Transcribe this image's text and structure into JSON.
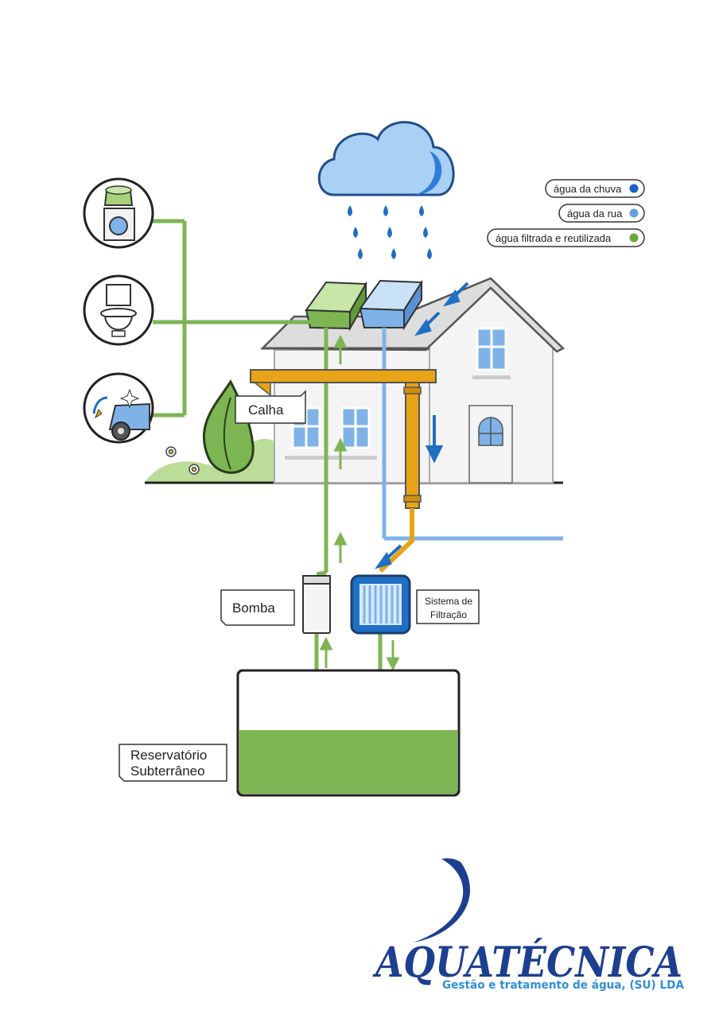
{
  "legend": [
    {
      "label": "água da chuva",
      "color": "#1565c0"
    },
    {
      "label": "água da rua",
      "color": "#64a0e0"
    },
    {
      "label": "água filtrada e reutilizada",
      "color": "#6aaa3a"
    }
  ],
  "labels": {
    "calha": "Calha",
    "bomba": "Bomba",
    "filtracao_line1": "Sistema de",
    "filtracao_line2": "Filtração",
    "reservatorio_line1": "Reservatório",
    "reservatorio_line2": "Subterrâneo"
  },
  "uses": [
    {
      "icon": "washing-machine-icon"
    },
    {
      "icon": "toilet-icon"
    },
    {
      "icon": "car-wash-icon"
    }
  ],
  "logo": {
    "name": "AQUATÉCNICA",
    "tagline": "Gestão e tratamento de água, (SU) LDA"
  },
  "colors": {
    "green": "#7db553",
    "blue_light": "#7fb3e8",
    "blue_dark": "#1f6fc2",
    "orange": "#e8a317",
    "navy": "#1d3f8f"
  }
}
